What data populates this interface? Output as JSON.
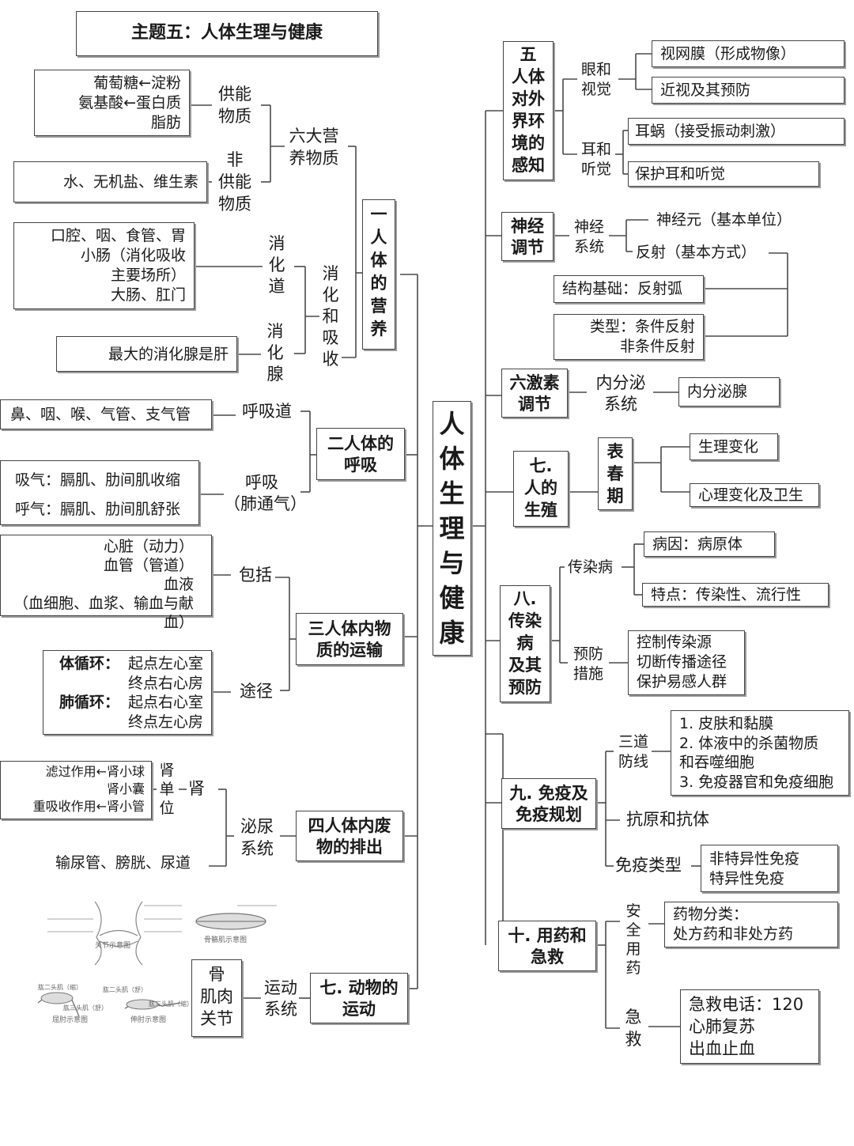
{
  "title": "主题五：人体生理与健康",
  "center": "人\n体\n生\n理\n与\n健\n康",
  "s1": {
    "label": "一\n人\n体\n的\n营\n养",
    "six_nutrients": "六大营\n养物质",
    "energy": "供能\n物质",
    "energy_items": "葡萄糖←淀粉\n氨基酸←蛋白质\n脂肪",
    "non_energy": "非\n供能\n物质",
    "non_energy_items": "水、无机盐、维生素",
    "digest_absorb": "消\n化\n和\n吸\n收",
    "tract": "消\n化\n道",
    "tract_items": "口腔、咽、食管、胃\n小肠（消化吸收\n主要场所）\n大肠、肛门",
    "gland": "消\n化\n腺",
    "gland_items": "最大的消化腺是肝"
  },
  "s2": {
    "label": "二人体的\n呼吸",
    "airway": "呼吸道",
    "airway_items": "鼻、咽、喉、气管、支气管",
    "breath": "呼吸\n（肺通气）",
    "inhale": "吸气：膈肌、肋间肌收缩",
    "exhale": "呼气：膈肌、肋间肌舒张"
  },
  "s3": {
    "label": "三人体内物\n质的运输",
    "include": "包括",
    "include_items": "心脏（动力）\n血管（管道）\n血液\n（血细胞、血浆、输血与献血）",
    "route": "途径",
    "systemic_label": "体循环：",
    "systemic_text": "起点左心室\n终点右心房",
    "pulmonary_label": "肺循环：",
    "pulmonary_text": "起点右心室\n终点左心房"
  },
  "s4": {
    "label": "四人体内废\n物的排出",
    "urinary": "泌尿\n系统",
    "kidney": "肾",
    "nephron": "肾\n单\n位",
    "nephron_items": "滤过作用←肾小球\n肾小囊\n重吸收作用←肾小管",
    "others": "输尿管、膀胱、尿道"
  },
  "s5": {
    "label": "七. 动物的\n运动",
    "motion_system": "运动\n系统",
    "parts": "骨\n肌肉\n关节",
    "fig1": "关节示意图",
    "fig2": "骨骼肌示意图",
    "fig3": "屈肘示意图",
    "fig4": "伸肘示意图",
    "fig3_a": "肱二头肌（缩）",
    "fig3_b": "肱三头肌（舒）",
    "fig4_a": "肱二头肌（舒）",
    "fig4_b": "肱三头肌（缩）"
  },
  "s6": {
    "label": "五\n人体\n对外\n界环\n境的\n感知",
    "eye": "眼和\n视觉",
    "eye_1": "视网膜（形成物像）",
    "eye_2": "近视及其预防",
    "ear": "耳和\n听觉",
    "ear_1": "耳蜗（接受振动刺激）",
    "ear_2": "保护耳和听觉"
  },
  "s7": {
    "label": "神经\n调节",
    "nervous": "神经\n系统",
    "neuron": "神经元（基本单位）",
    "reflex": "反射（基本方式）",
    "basis": "结构基础：反射弧",
    "types": "类型：条件反射\n非条件反射"
  },
  "s8": {
    "label": "六激素\n调节",
    "endocrine_sys": "内分泌\n系统",
    "endocrine_gland": "内分泌腺"
  },
  "s9": {
    "label": "七.\n人的\n生殖",
    "puberty": "表\n春\n期",
    "physio": "生理变化",
    "psycho": "心理变化及卫生"
  },
  "s10": {
    "label": "八.\n传染\n病\n及其\n预防",
    "infectious": "传染病",
    "cause": "病因：病原体",
    "feature": "特点：传染性、流行性",
    "prevent": "预防\n措施",
    "prevent_items": "控制传染源\n切断传播途径\n保护易感人群"
  },
  "s11": {
    "label": "九. 免疫及\n免疫规划",
    "three_lines": "三道\n防线",
    "three_items": "1. 皮肤和黏膜\n2. 体液中的杀菌物质\n    和吞噬细胞\n3. 免疫器官和免疫细胞",
    "antigen": "抗原和抗体",
    "immune_type": "免疫类型",
    "immune_items": "非特异性免疫\n特异性免疫"
  },
  "s12": {
    "label": "十. 用药和\n急救",
    "safe": "安\n全\n用\n药",
    "safe_items": "药物分类：\n处方药和非处方药",
    "first_aid": "急\n救",
    "first_aid_items": "急救电话：120\n心肺复苏\n出血止血"
  }
}
